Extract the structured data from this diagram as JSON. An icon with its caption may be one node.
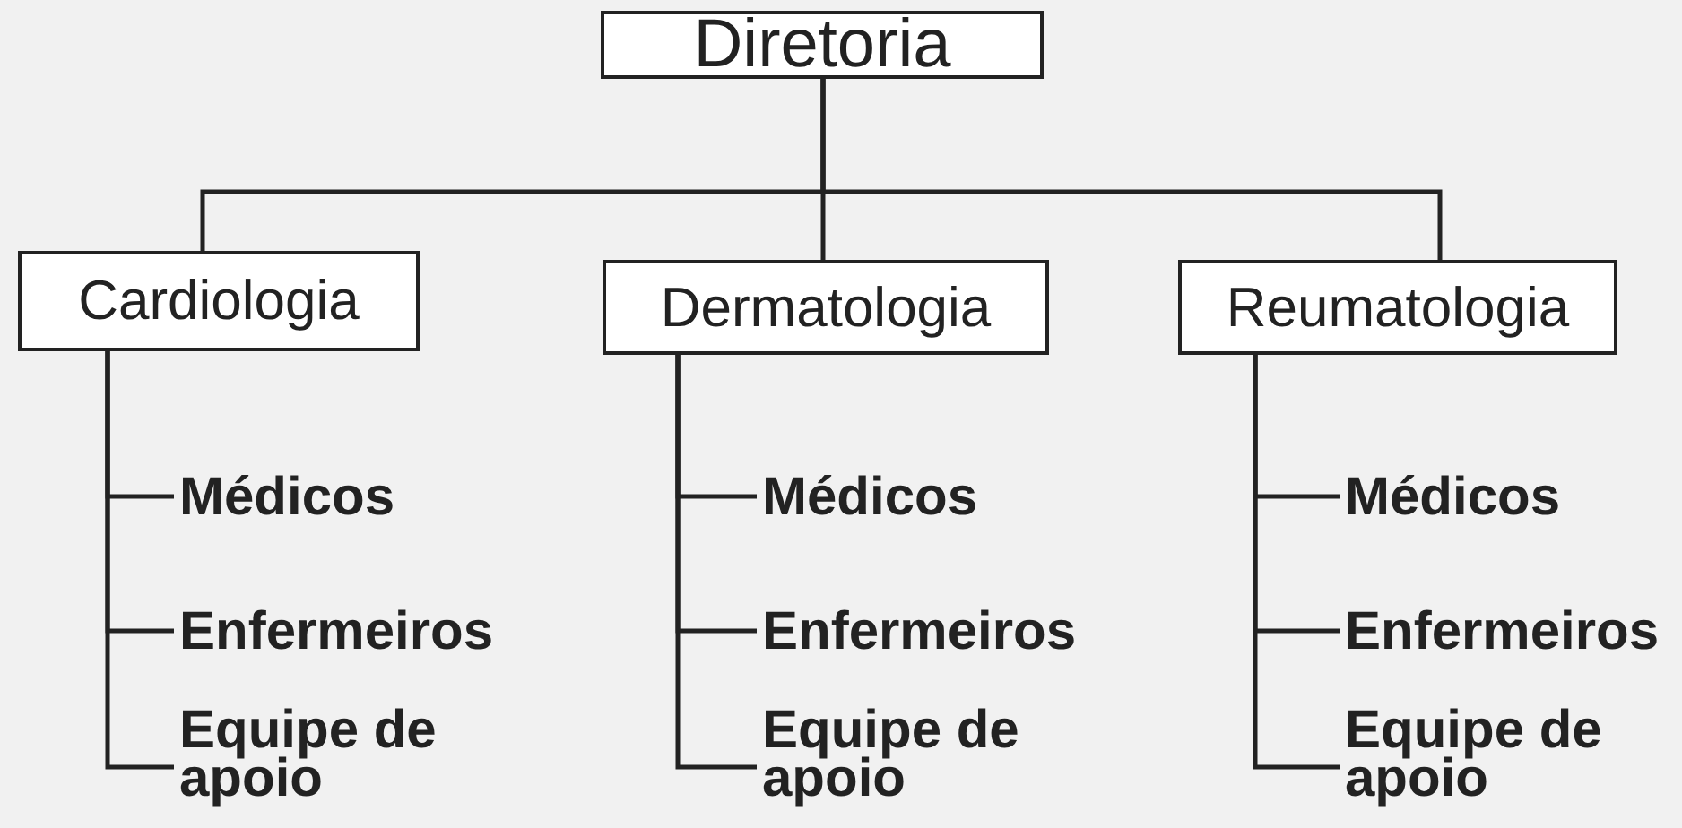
{
  "diagram": {
    "nodes": [
      {
        "text": [
          "Diretoria"
        ]
      },
      {
        "text": [
          "Cardiologia"
        ]
      },
      {
        "text": [
          "Dermatologia"
        ]
      },
      {
        "text": [
          "Reumatologia"
        ]
      },
      {
        "text": [
          "Médicos"
        ]
      },
      {
        "text": [
          "Enfermeiros"
        ]
      },
      {
        "text": [
          "Equipe de apoio"
        ]
      },
      {
        "text": [
          "Médicos"
        ]
      },
      {
        "text": [
          "Enfermeiros"
        ]
      },
      {
        "text": [
          "Equipe de apoio"
        ]
      },
      {
        "text": [
          "Médicos"
        ]
      },
      {
        "text": [
          "Enfermeiros"
        ]
      },
      {
        "text": [
          "Equipe de apoio"
        ]
      }
    ],
    "edges": [
      {
        "from": 0,
        "to": 1,
        "arrow": "none"
      },
      {
        "from": 0,
        "to": 2,
        "arrow": "none"
      },
      {
        "from": 0,
        "to": 3,
        "arrow": "none"
      },
      {
        "from": 1,
        "to": 4,
        "arrow": "none"
      },
      {
        "from": 1,
        "to": 5,
        "arrow": "none"
      },
      {
        "from": 1,
        "to": 6,
        "arrow": "none"
      },
      {
        "from": 2,
        "to": 7,
        "arrow": "none"
      },
      {
        "from": 2,
        "to": 8,
        "arrow": "none"
      },
      {
        "from": 2,
        "to": 9,
        "arrow": "none"
      },
      {
        "from": 3,
        "to": 10,
        "arrow": "none"
      },
      {
        "from": 3,
        "to": 11,
        "arrow": "none"
      },
      {
        "from": 3,
        "to": 12,
        "arrow": "none"
      }
    ]
  }
}
